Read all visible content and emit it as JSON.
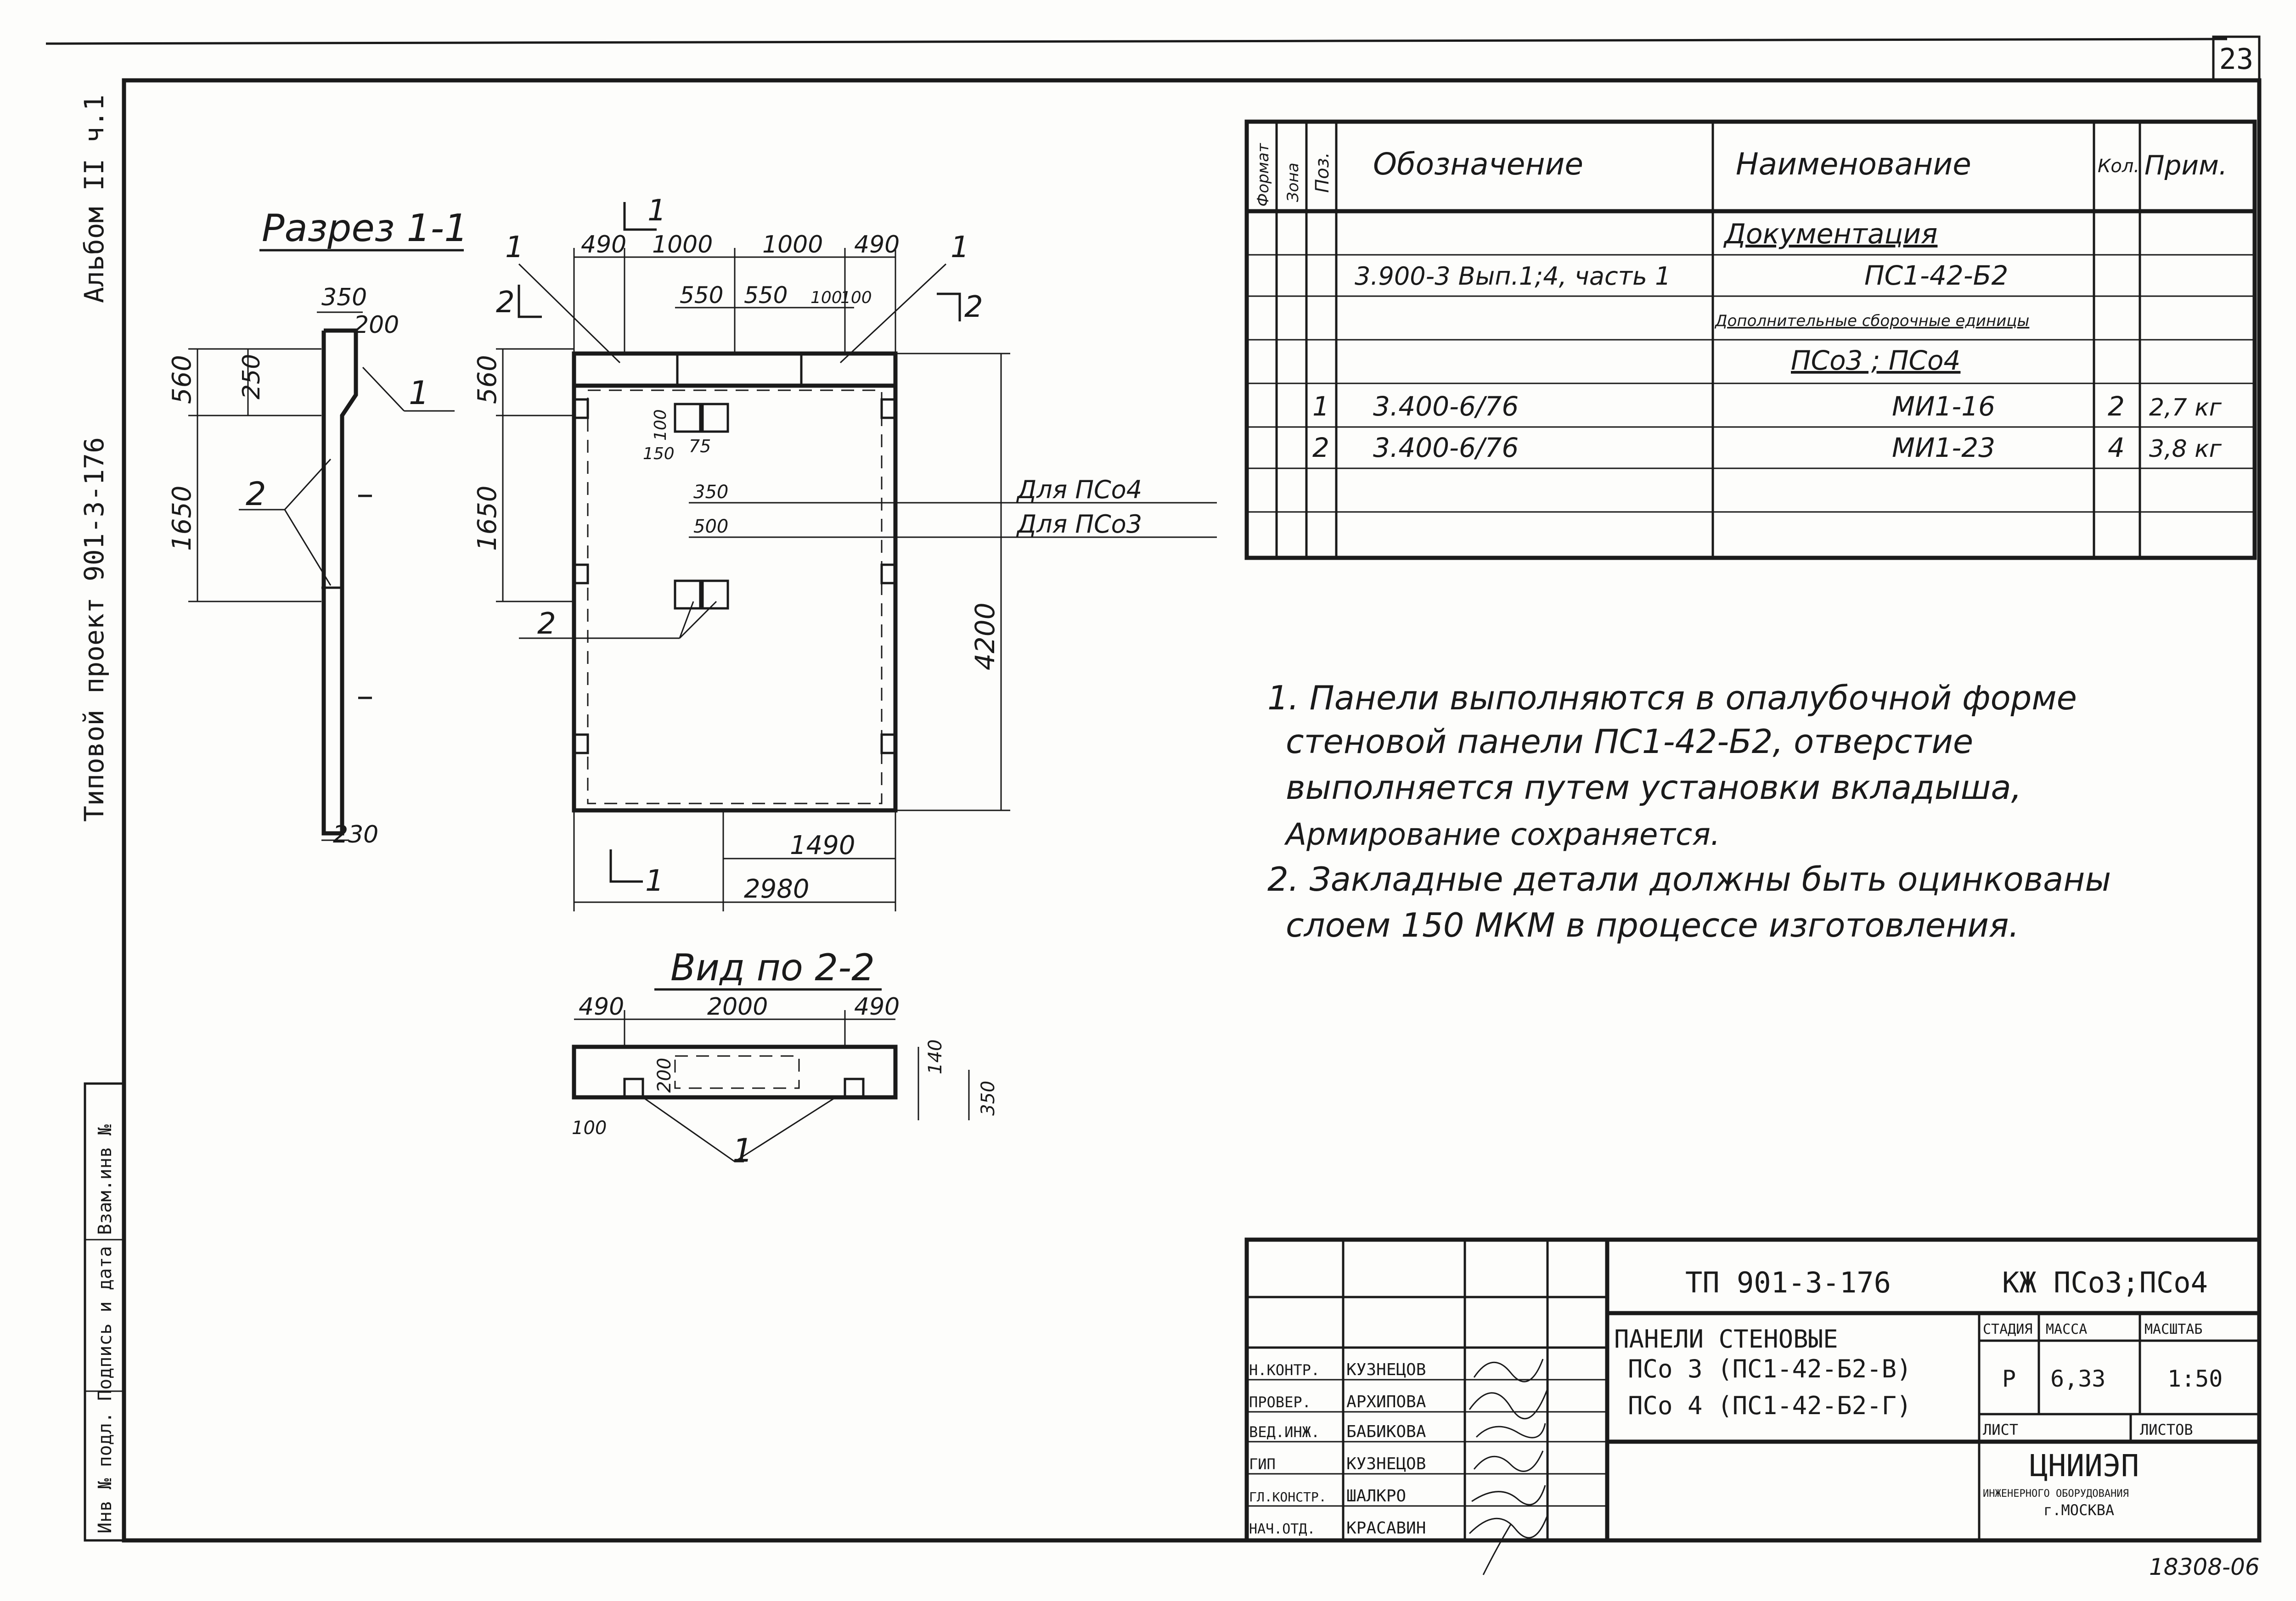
{
  "sheet": {
    "number": "23",
    "side_stamp_1": "Альбом II ч.1",
    "side_stamp_2": "Типовой проект 901-3-176",
    "inventory_label": "Инв № подл. Подпись и дата Взам.инв №",
    "order_number": "18308-06"
  },
  "section_1_1": {
    "title": "Разрез 1-1",
    "dims": [
      "350",
      "200",
      "560",
      "250",
      "1650",
      "230"
    ],
    "callouts": [
      "1",
      "2"
    ]
  },
  "front_view": {
    "dims_top": [
      "490",
      "1000",
      "1000",
      "490"
    ],
    "dims_top2": [
      "550",
      "550",
      "100",
      "100"
    ],
    "dims_left": [
      "560",
      "1650"
    ],
    "dims_inner": [
      "100",
      "150",
      "75",
      "350",
      "500"
    ],
    "dim_right": "4200",
    "dims_bottom": [
      "1490",
      "2980"
    ],
    "section_marks": [
      "1",
      "1",
      "1",
      "2",
      "2",
      "1"
    ],
    "callouts": [
      "1",
      "1",
      "2"
    ],
    "label_pso4": "Для ПСо4",
    "label_pso3": "Для ПСо3"
  },
  "view_2_2": {
    "title": "Вид по 2-2",
    "dims": [
      "490",
      "2000",
      "490",
      "200",
      "140",
      "350",
      "100"
    ],
    "callout": "1"
  },
  "spec_table": {
    "headers": {
      "format": "Формат",
      "zone": "Зона",
      "pos": "Поз.",
      "designation": "Обозначение",
      "name": "Наименование",
      "qty": "Кол.",
      "note": "Прим."
    },
    "rows": [
      {
        "pos": "",
        "designation": "",
        "name": "Документация",
        "qty": "",
        "note": ""
      },
      {
        "pos": "",
        "designation": "3.900-3 Вып.1;4, часть 1",
        "name": "ПС1-42-Б2",
        "qty": "",
        "note": ""
      },
      {
        "pos": "",
        "designation": "",
        "name": "Дополнительные сборочные единицы",
        "qty": "",
        "note": ""
      },
      {
        "pos": "",
        "designation": "",
        "name": "ПСо3 ; ПСо4",
        "qty": "",
        "note": ""
      },
      {
        "pos": "1",
        "designation": "3.400-6/76",
        "name": "МИ1-16",
        "qty": "2",
        "note": "2,7 кг"
      },
      {
        "pos": "2",
        "designation": "3.400-6/76",
        "name": "МИ1-23",
        "qty": "4",
        "note": "3,8 кг"
      }
    ]
  },
  "notes": [
    "1. Панели выполняются в опалубочной форме",
    "стеновой панели ПС1-42-Б2, отверстие",
    "выполняется путем установки вкладыша,",
    "Армирование сохраняется.",
    "2. Закладные детали должны быть оцинкованы",
    "слоем 150 МКМ в процессе изготовления."
  ],
  "title_block": {
    "project_code": "ТП 901-3-176",
    "drawing_code": "КЖ ПСо3;ПСо4",
    "title_line1": "ПАНЕЛИ СТЕНОВЫЕ",
    "title_line2": "ПСо 3 (ПС1-42-Б2-В)",
    "title_line3": "ПСо 4 (ПС1-42-Б2-Г)",
    "stage_label": "СТАДИЯ",
    "mass_label": "МАССА",
    "scale_label": "МАСШТАБ",
    "stage": "Р",
    "mass": "6,33",
    "scale": "1:50",
    "sheet_label": "ЛИСТ",
    "sheets_label": "ЛИСТОВ",
    "org_name": "ЦНИИЭП",
    "org_sub": "ИНЖЕНЕРНОГО ОБОРУДОВАНИЯ",
    "org_city": "г.МОСКВА",
    "roles": [
      "Н.КОНТР.",
      "ПРОВЕР.",
      "ВЕД.ИНЖ.",
      "ГИП",
      "ГЛ.КОНСТР.",
      "НАЧ.ОТД."
    ],
    "names": [
      "КУЗНЕЦОВ",
      "АРХИПОВА",
      "БАБИКОВА",
      "КУЗНЕЦОВ",
      "ШАЛКРО",
      "КРАСАВИН"
    ]
  }
}
